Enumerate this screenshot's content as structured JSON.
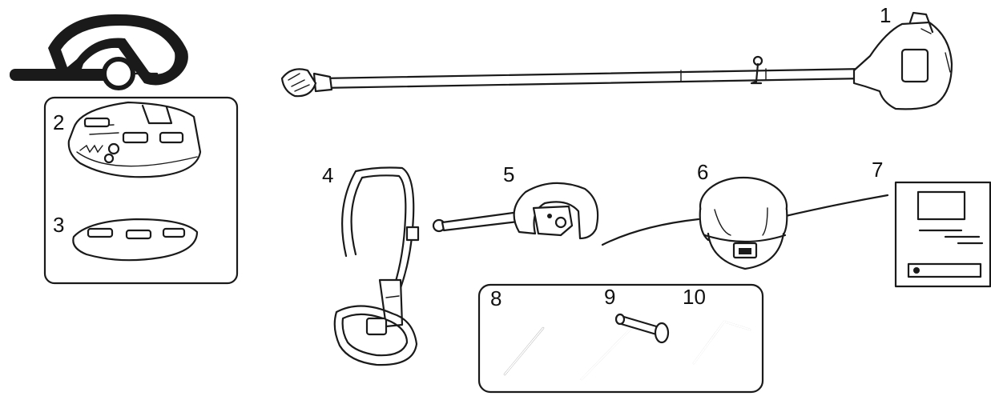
{
  "parts": [
    {
      "key": "engine_shaft",
      "label": "1"
    },
    {
      "key": "guard",
      "label": "2"
    },
    {
      "key": "guard_extension",
      "label": "3"
    },
    {
      "key": "shoulder_harness",
      "label": "4"
    },
    {
      "key": "loop_handle",
      "label": "5"
    },
    {
      "key": "trimmer_head",
      "label": "6"
    },
    {
      "key": "manual",
      "label": "7"
    },
    {
      "key": "rod",
      "label": "8"
    },
    {
      "key": "spark_plug_wrench",
      "label": "9"
    },
    {
      "key": "hex_key",
      "label": "10"
    }
  ]
}
